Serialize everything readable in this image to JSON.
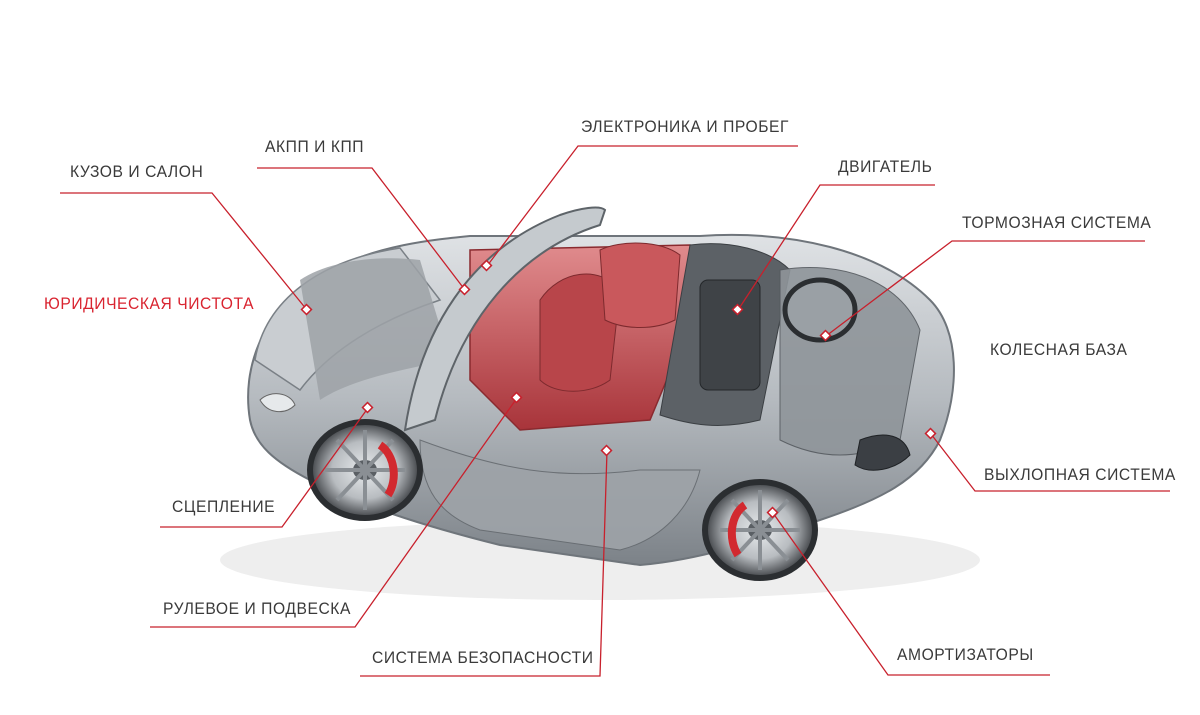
{
  "colors": {
    "accent": "#d92430",
    "leader": "#c8202c",
    "label": "#3a3a3a",
    "body_silver": "#b9bdc1",
    "interior_red": "#c0474c"
  },
  "labels": {
    "body_interior": "КУЗОВ И САЛОН",
    "transmission": "АКПП И КПП",
    "electronics_mileage": "ЭЛЕКТРОНИКА  И ПРОБЕГ",
    "engine": "ДВИГАТЕЛЬ",
    "brake_system": "ТОРМОЗНАЯ СИСТЕМА",
    "legal_clearance": "ЮРИДИЧЕСКАЯ ЧИСТОТА",
    "wheelbase": "КОЛЕСНАЯ БАЗА",
    "exhaust_system": "ВЫХЛОПНАЯ СИСТЕМА",
    "clutch": "СЦЕПЛЕНИЕ",
    "steering_suspension": "РУЛЕВОЕ И ПОДВЕСКА",
    "safety_system": "СИСТЕМА БЕЗОПАСНОСТИ",
    "shock_absorbers": "АМОРТИЗАТОРЫ"
  }
}
